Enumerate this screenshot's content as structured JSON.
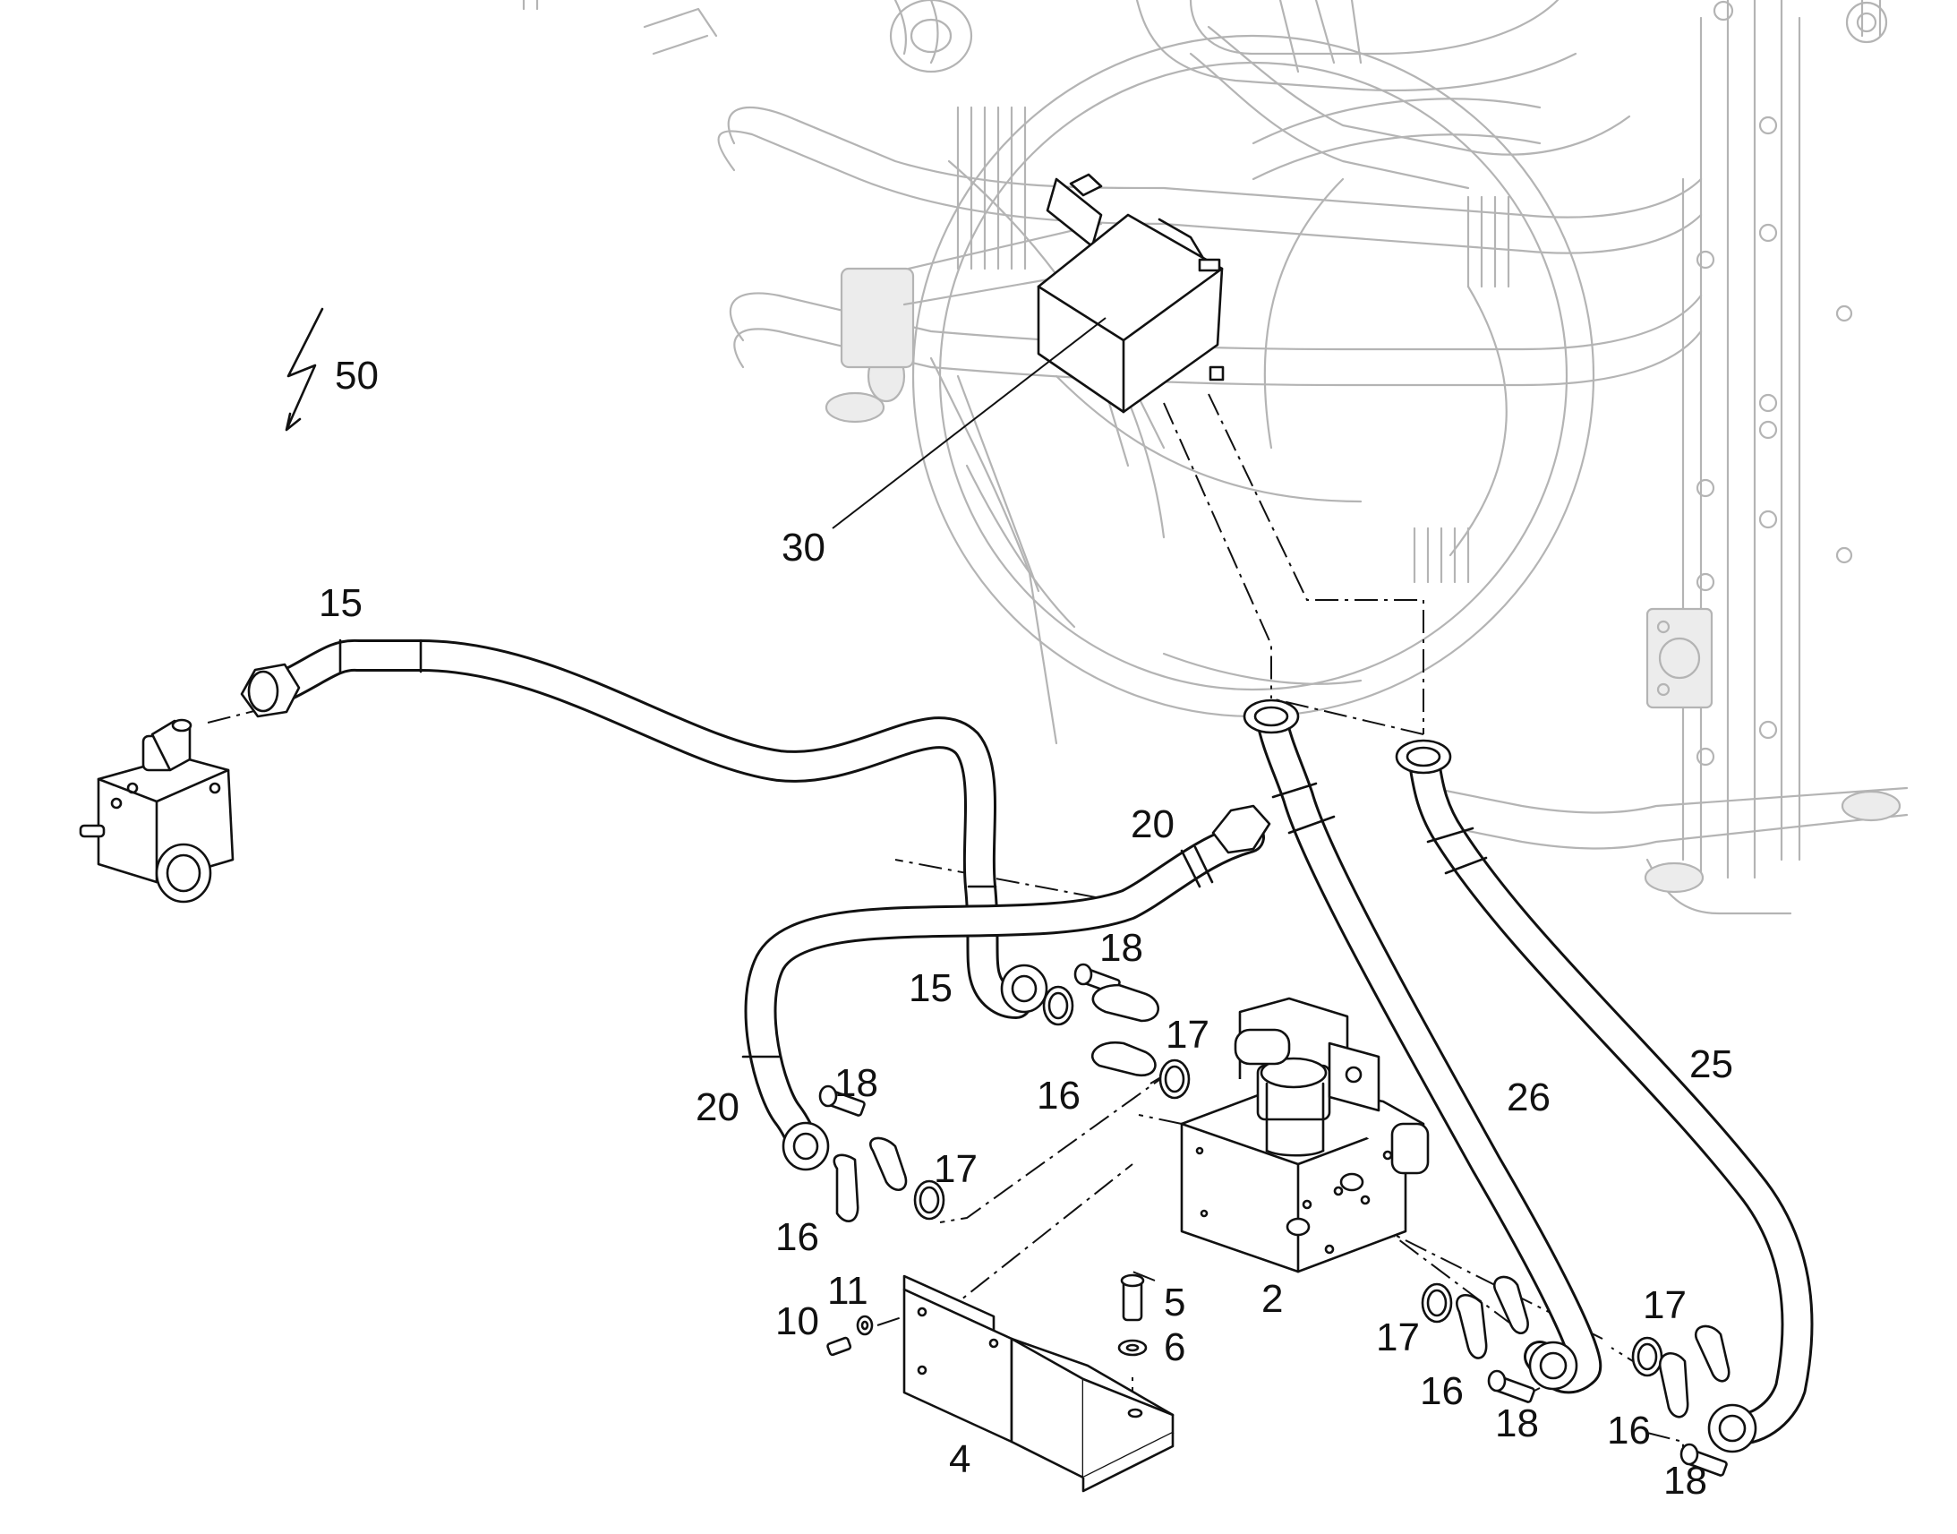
{
  "diagram": {
    "callouts": [
      {
        "id": "c50",
        "text": "50"
      },
      {
        "id": "c30",
        "text": "30"
      },
      {
        "id": "c15a",
        "text": "15"
      },
      {
        "id": "c20a",
        "text": "20"
      },
      {
        "id": "c15b",
        "text": "15"
      },
      {
        "id": "c18a",
        "text": "18"
      },
      {
        "id": "c17a",
        "text": "17"
      },
      {
        "id": "c16a",
        "text": "16"
      },
      {
        "id": "c20b",
        "text": "20"
      },
      {
        "id": "c18b",
        "text": "18"
      },
      {
        "id": "c17b",
        "text": "17"
      },
      {
        "id": "c16b",
        "text": "16"
      },
      {
        "id": "c26",
        "text": "26"
      },
      {
        "id": "c25",
        "text": "25"
      },
      {
        "id": "c11",
        "text": "11"
      },
      {
        "id": "c10",
        "text": "10"
      },
      {
        "id": "c5",
        "text": "5"
      },
      {
        "id": "c6",
        "text": "6"
      },
      {
        "id": "c2",
        "text": "2"
      },
      {
        "id": "c17c",
        "text": "17"
      },
      {
        "id": "c17d",
        "text": "17"
      },
      {
        "id": "c16c",
        "text": "16"
      },
      {
        "id": "c18c",
        "text": "18"
      },
      {
        "id": "c16d",
        "text": "16"
      },
      {
        "id": "c18d",
        "text": "18"
      },
      {
        "id": "c4",
        "text": "4"
      }
    ]
  }
}
